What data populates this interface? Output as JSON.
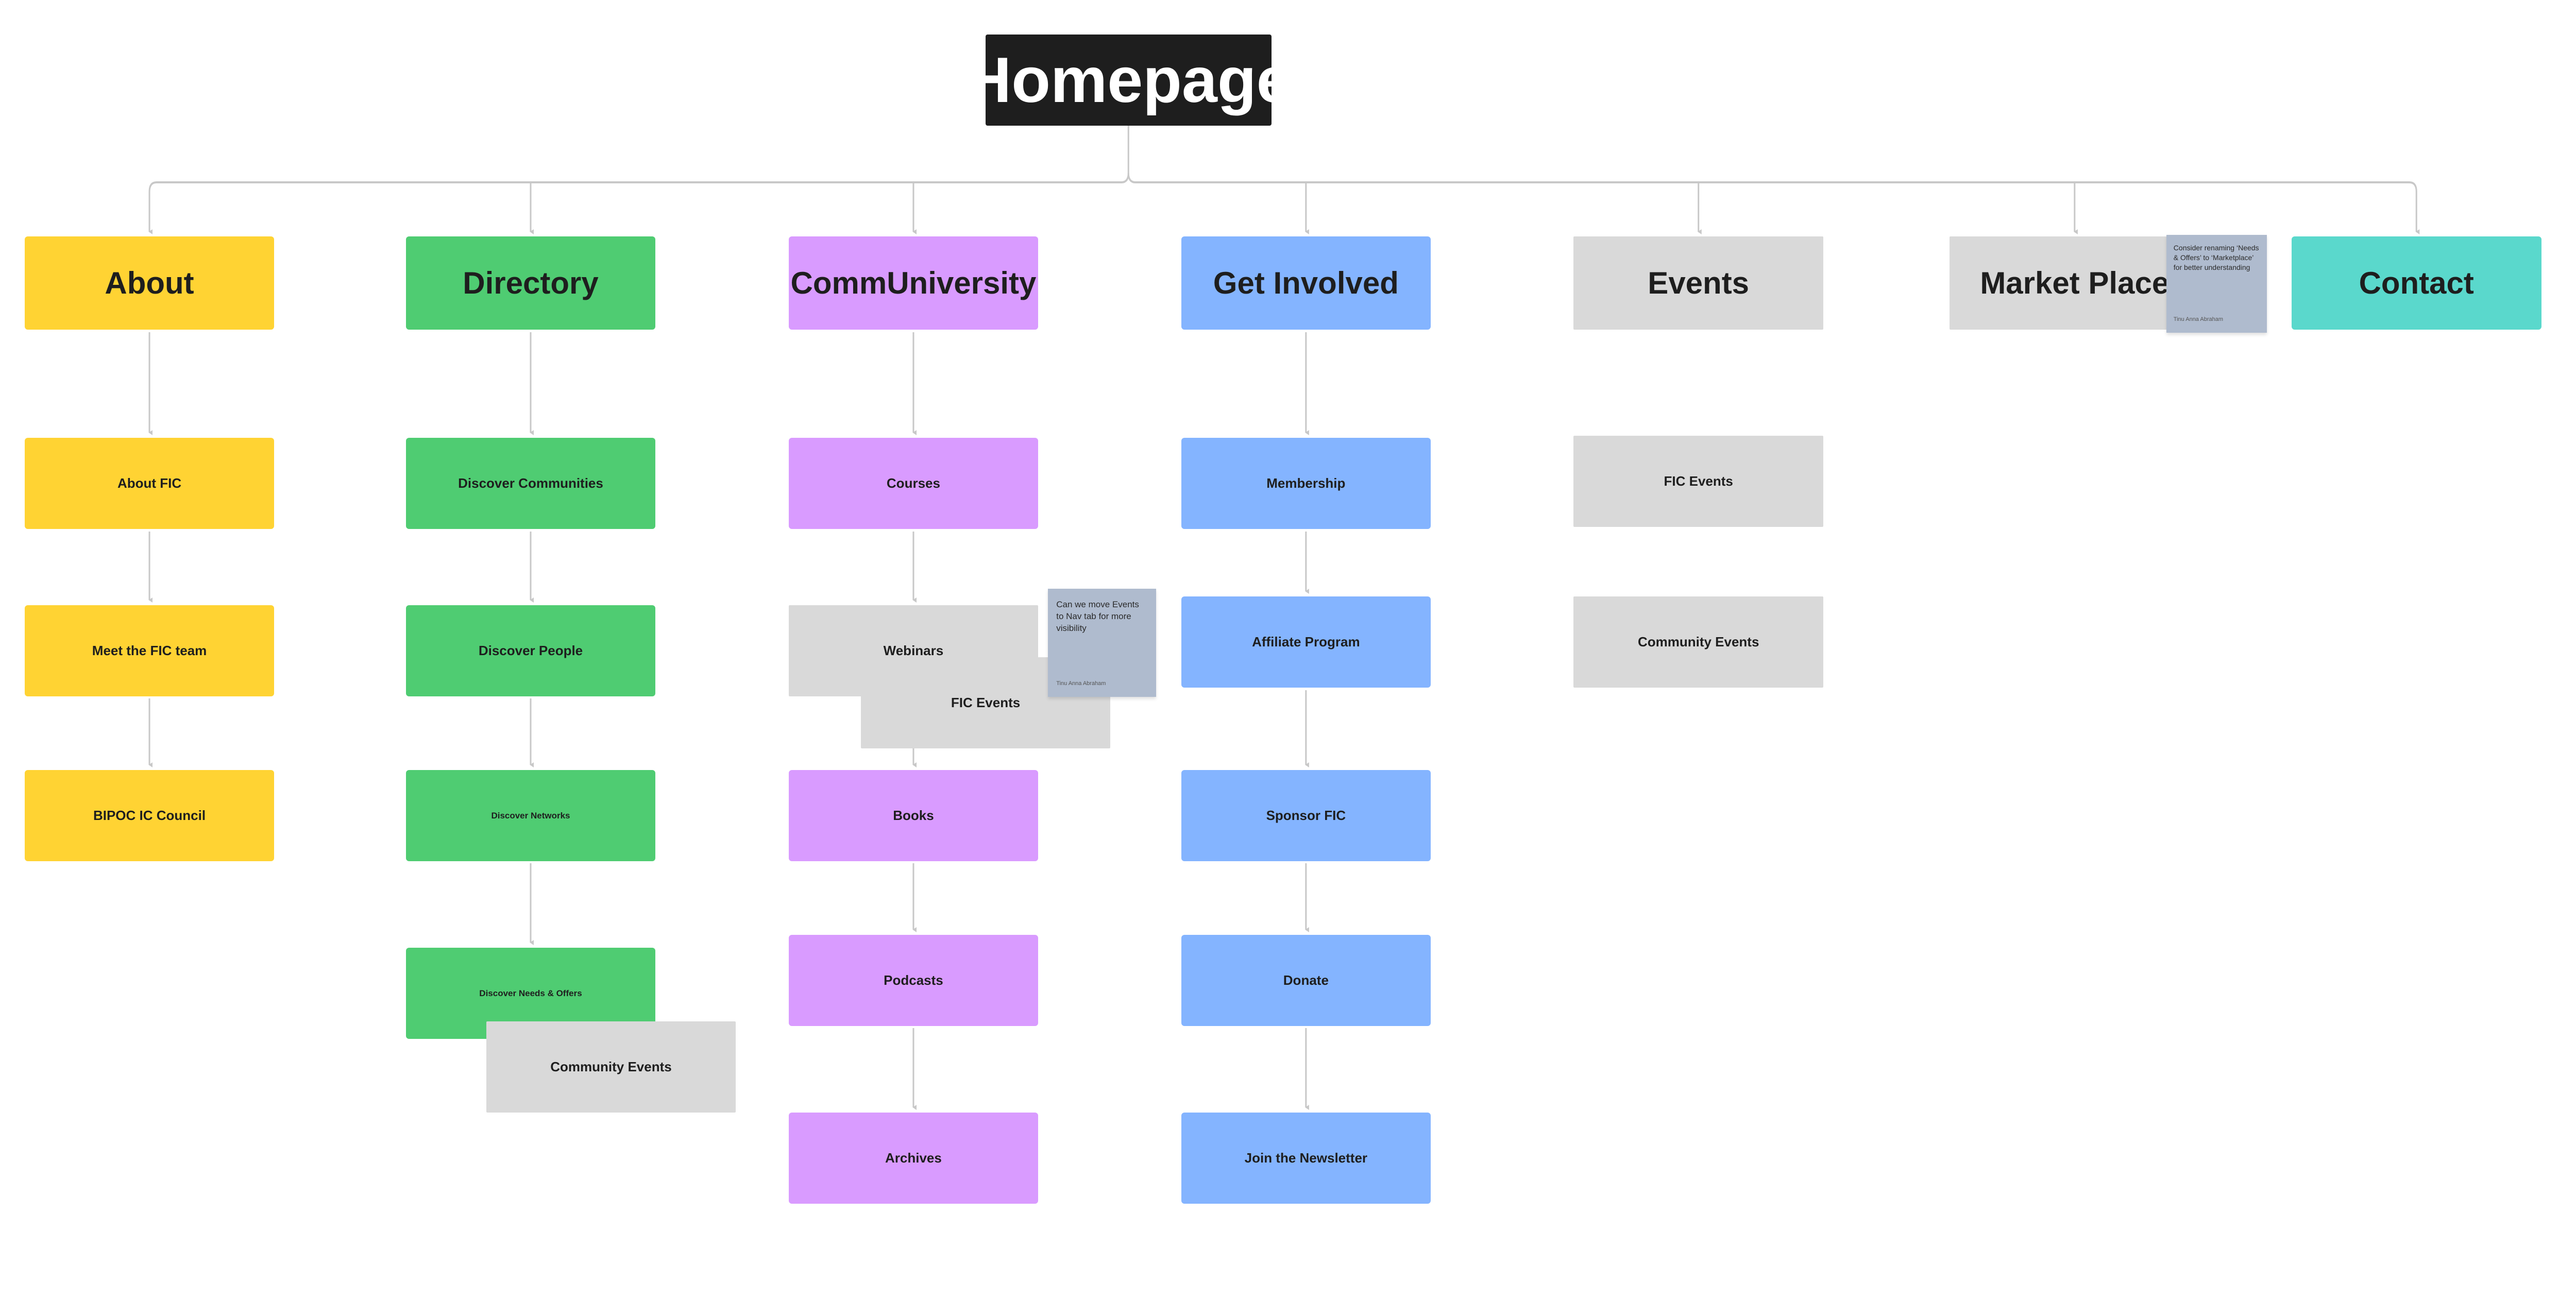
{
  "root": {
    "label": "Homepage"
  },
  "sections": {
    "about": {
      "label": "About",
      "color": "#FFD333",
      "items": [
        "About FIC",
        "Meet the FIC team",
        "BIPOC IC Council"
      ]
    },
    "directory": {
      "label": "Directory",
      "color": "#4FCC72",
      "items": [
        "Discover Communities",
        "Discover People",
        "Discover Networks",
        "Discover Needs & Offers",
        "Community Events"
      ]
    },
    "communiversity": {
      "label": "CommUniversity",
      "color": "#D99BFF",
      "items": [
        "Courses",
        "Webinars",
        "FIC Events",
        "Books",
        "Podcasts",
        "Archives"
      ]
    },
    "get_involved": {
      "label": "Get Involved",
      "color": "#84B4FF",
      "items": [
        "Membership",
        "Affiliate Program",
        "Sponsor FIC",
        "Donate",
        "Join the Newsletter"
      ]
    },
    "events": {
      "label": "Events",
      "color": "#D9D9D9",
      "items": [
        "FIC Events",
        "Community Events"
      ]
    },
    "market_place": {
      "label": "Market Place",
      "color": "#D9D9D9"
    },
    "contact": {
      "label": "Contact",
      "color": "#5AD8CC"
    }
  },
  "comments": [
    {
      "text": "Can we move Events to Nav tab for more visibility",
      "author": "Tinu Anna Abraham"
    },
    {
      "text": "Consider renaming ‘Needs & Offers’ to ‘Marketplace’ for better understanding",
      "author": "Tinu Anna Abraham"
    }
  ]
}
